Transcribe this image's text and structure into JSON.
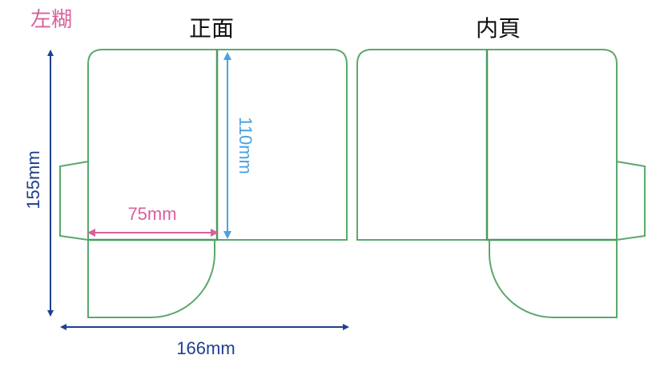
{
  "labels": {
    "glue_side": "左糊",
    "front": "正面",
    "inner": "内頁"
  },
  "dimensions": {
    "height_total": "155mm",
    "pocket_height": "110mm",
    "pocket_width": "75mm",
    "width_total": "166mm"
  },
  "colors": {
    "outline": "#4f9f62",
    "outline_light": "#72b884",
    "pink": "#d9609a",
    "dark_blue": "#1f3f8f",
    "light_blue": "#4aa3e0"
  }
}
